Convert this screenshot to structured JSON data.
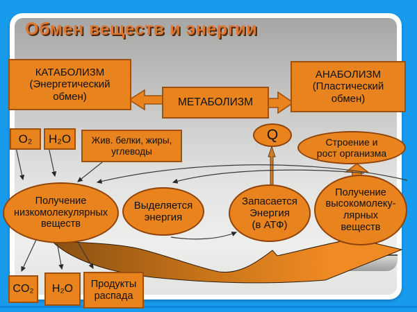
{
  "slide": {
    "title": "Обмен веществ и энергии",
    "colors": {
      "background": "#189BEC",
      "background_edge": "#0E85D8",
      "title": "#DD7630",
      "title_shadow": "#4F2A0C",
      "shape_fill": "#E8831E",
      "shape_border": "#9C5110",
      "ellipse_border": "#8F430A",
      "swoosh_dark": "#8A5012",
      "swoosh_mid": "#C97519",
      "swoosh_light": "#F08A24",
      "q_arrow": "#CE7D2E"
    }
  },
  "boxes": {
    "catabolism": "КАТАБОЛИЗМ\n(Энергетический\nобмен)",
    "metabolism": "МЕТАБОЛИЗМ",
    "anabolism": "АНАБОЛИЗМ\n(Пластический\nобмен)",
    "oxygen": "O₂",
    "water_in": "H₂O",
    "nutrients": "Жив. белки, жиры,\nуглеводы",
    "co2": "CO₂",
    "water_out": "H₂O",
    "decay": "Продукты\nраспада"
  },
  "ellipses": {
    "heat": "Q",
    "structure": "Строение и\nрост организма",
    "low_molecular": "Получение\nнизкомолекулярных\nвеществ",
    "energy_released": "Выделяется\nэнергия",
    "energy_stored": "Запасается\nЭнергия\n(в АТФ)",
    "high_molecular": "Получение\nвысокомолеку-\nлярных\nвеществ"
  }
}
